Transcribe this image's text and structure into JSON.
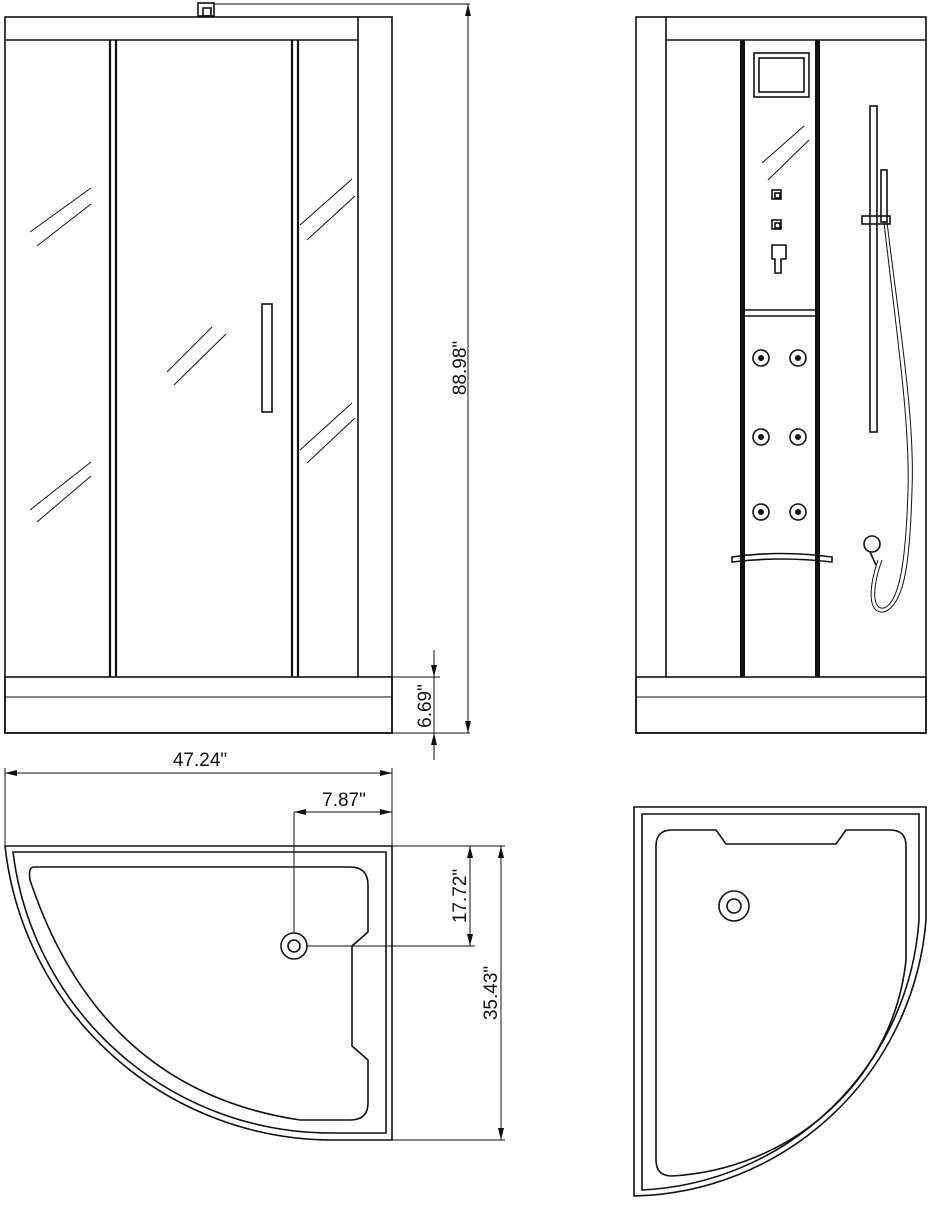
{
  "dimensions": {
    "total_height": "88.98\"",
    "base_height": "6.69\"",
    "width": "47.24\"",
    "drain_offset_x": "7.87\"",
    "drain_offset_y": "17.72\"",
    "depth": "35.43\""
  }
}
